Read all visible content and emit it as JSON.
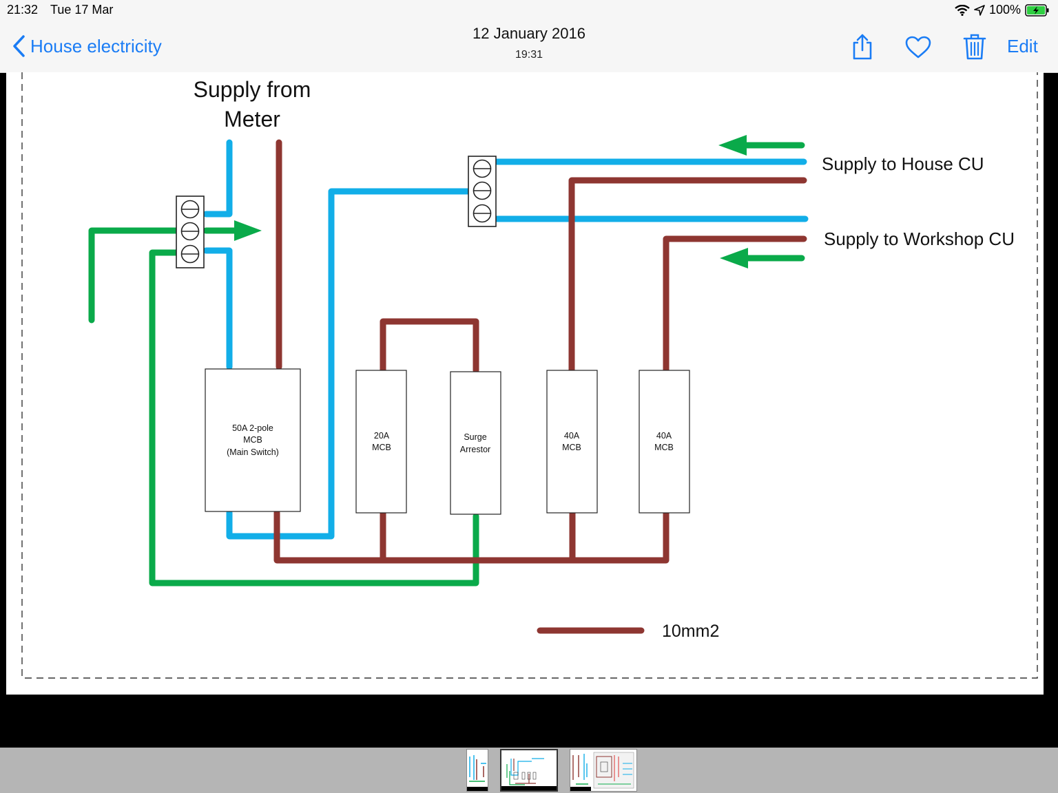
{
  "status_bar": {
    "time": "21:32",
    "date": "Tue 17 Mar",
    "battery": "100%"
  },
  "nav": {
    "back_label": "House electricity",
    "title": "12 January 2016",
    "subtitle": "19:31",
    "edit_label": "Edit"
  },
  "diagram": {
    "supply_from_line1": "Supply from",
    "supply_from_line2": "Meter",
    "supply_house": "Supply to House CU",
    "supply_workshop": "Supply to Workshop CU",
    "legend": "10mm2",
    "main_switch": [
      "50A 2-pole",
      "MCB",
      "(Main Switch)"
    ],
    "mcb_20a": [
      "20A",
      "MCB"
    ],
    "surge": [
      "Surge",
      "Arrestor"
    ],
    "mcb_40a_1": [
      "40A",
      "MCB"
    ],
    "mcb_40a_2": [
      "40A",
      "MCB"
    ]
  },
  "colors": {
    "live": "#8e3631",
    "neutral": "#12aee8",
    "earth": "#0aaa4a",
    "accent": "#1a7cf5"
  }
}
